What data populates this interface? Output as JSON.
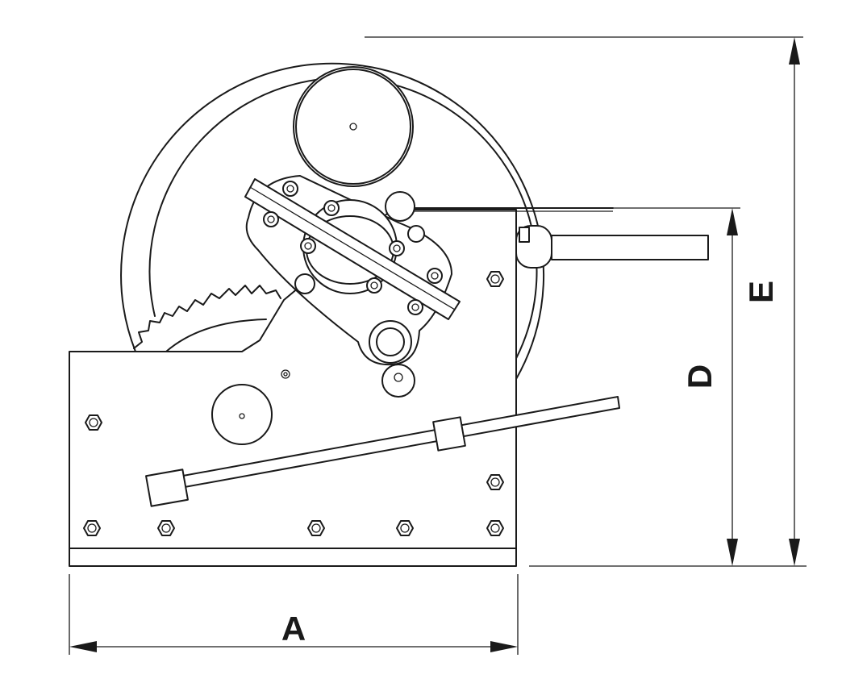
{
  "dimensions": {
    "a": {
      "label": "A"
    },
    "d": {
      "label": "D"
    },
    "e": {
      "label": "E"
    }
  },
  "colors": {
    "line": "#1a1a1a",
    "background": "#ffffff"
  }
}
